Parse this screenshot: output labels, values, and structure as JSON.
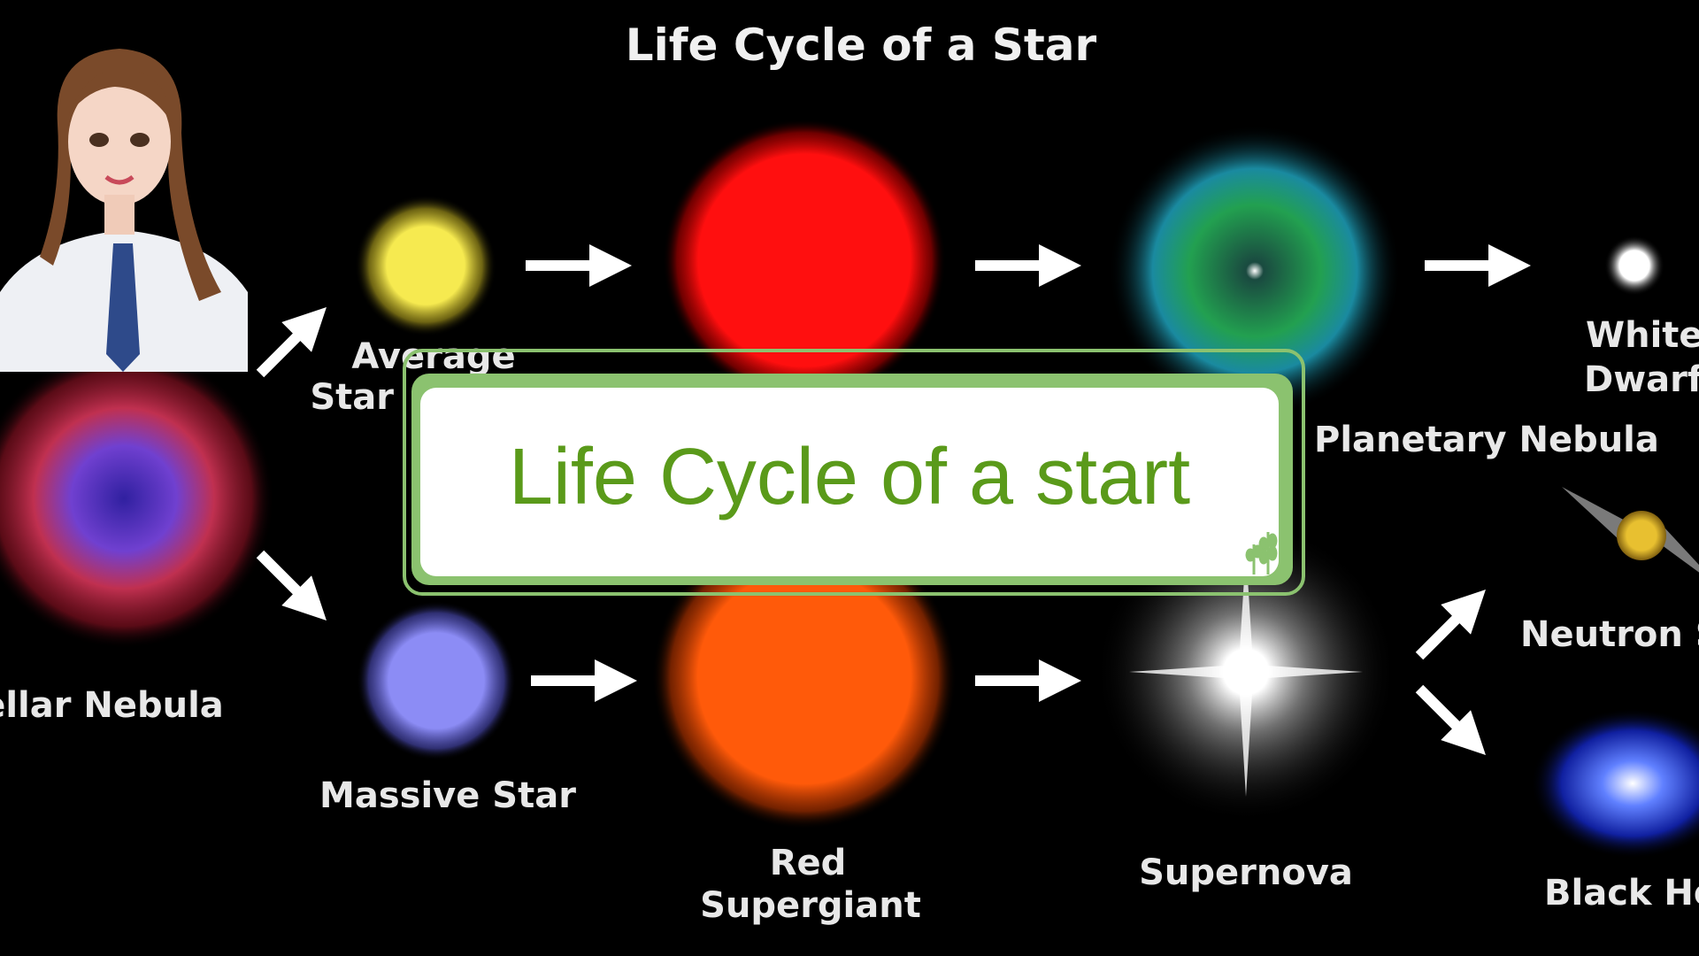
{
  "diagram": {
    "title": "Life Cycle of a Star",
    "stages": {
      "stellar_nebula": "ellar Nebula",
      "average_star_line1": "Average",
      "average_star_line2": "Star",
      "red_giant": "",
      "planetary_nebula": "Planetary Nebula",
      "white_dwarf_line1": "White",
      "white_dwarf_line2": "Dwarf",
      "massive_star": "Massive Star",
      "red_supergiant_line1": "Red",
      "red_supergiant_line2": "Supergiant",
      "supernova": "Supernova",
      "neutron_star": "Neutron Star",
      "black_hole": "Black Hole"
    },
    "colors": {
      "average_star": "#f4e64a",
      "red_giant": "#ff1010",
      "massive_star": "#8c8cf5",
      "red_supergiant": "#ff5a0a",
      "planetary_nebula": "#2fa86a",
      "stellar_nebula": "#8a3ad0"
    }
  },
  "overlay_card": {
    "text": "Life Cycle of a start",
    "border_color": "#8bc26f",
    "text_color": "#5a9a1a",
    "icon": "plant-sprout-icon"
  },
  "presenter": {
    "icon": "presenter-avatar"
  }
}
